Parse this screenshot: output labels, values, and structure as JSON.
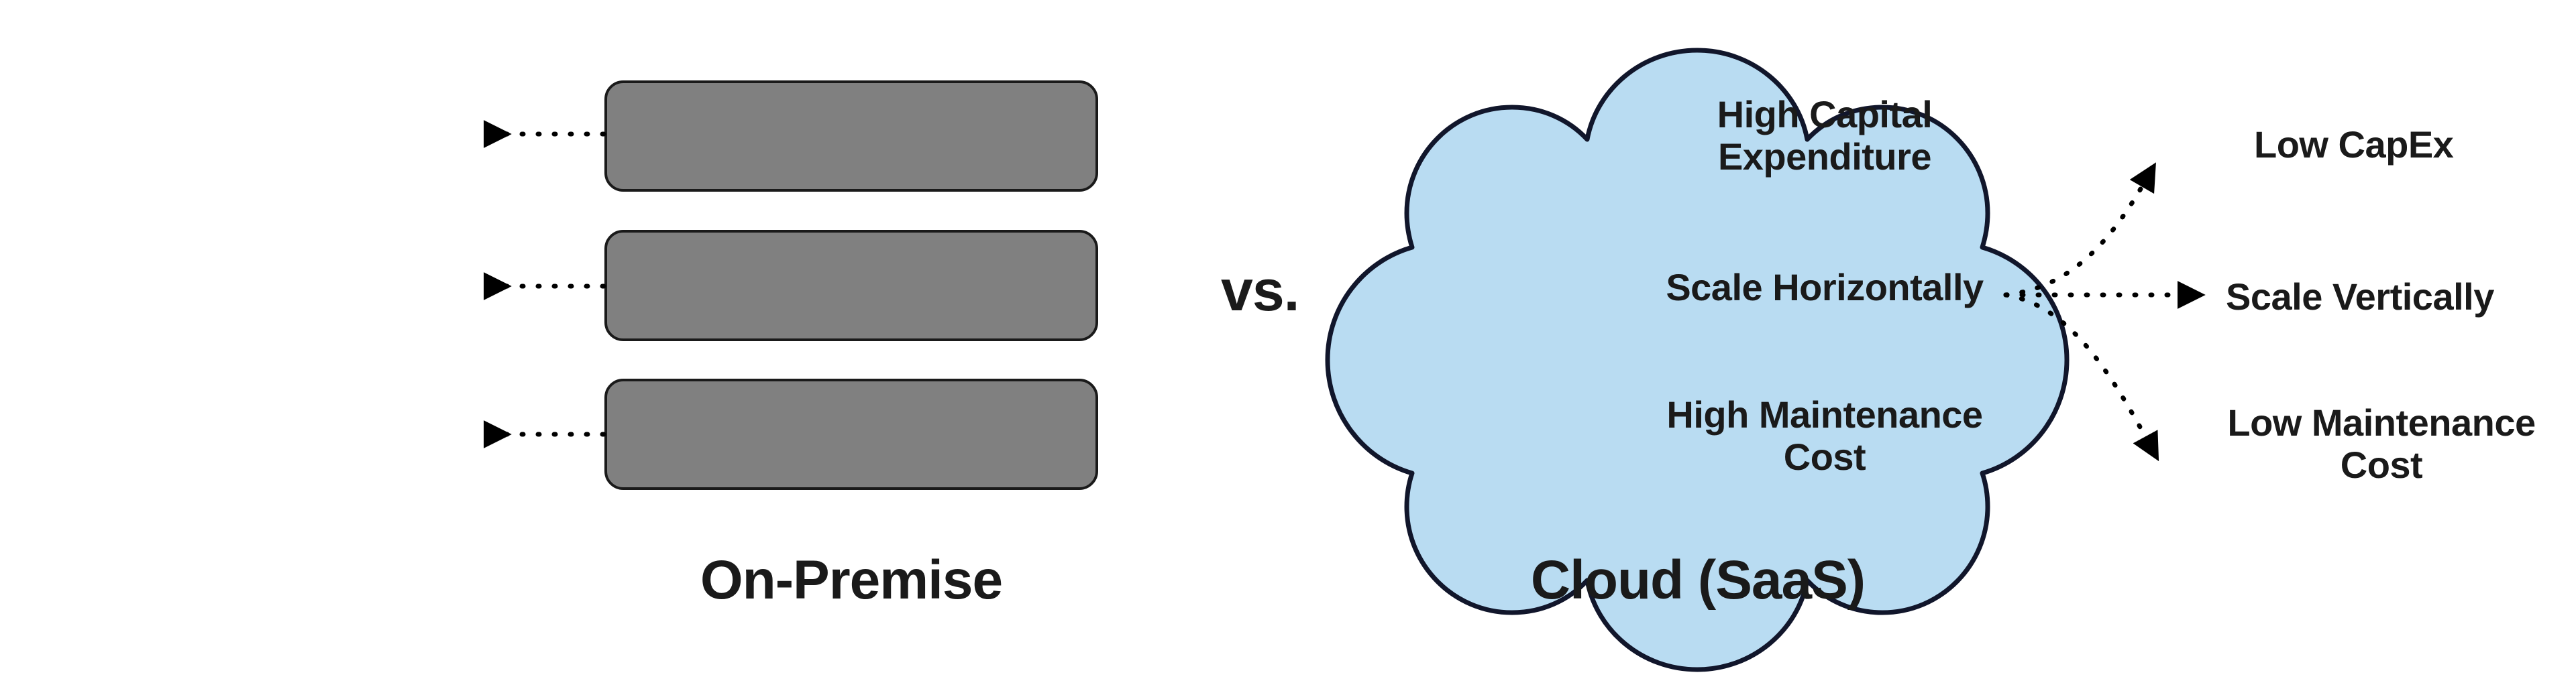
{
  "diagram": {
    "type": "comparison-diagram",
    "background_color": "#ffffff",
    "text_color": "#1a1a1a",
    "separator": {
      "text": "vs."
    },
    "left": {
      "title": "On-Premise",
      "shape": "stacked-rounded-rectangles",
      "shape_fill": "#808080",
      "shape_stroke": "#1a1a1a",
      "shape_count": 3,
      "arrow_style": "dotted-straight-left",
      "attributes": [
        {
          "label": "High Capital\nExpenditure",
          "line1": "High Capital",
          "line2": "Expenditure"
        },
        {
          "label": "Scale Horizontally",
          "line1": "Scale Horizontally",
          "line2": ""
        },
        {
          "label": "High Maintenance\nCost",
          "line1": "High Maintenance",
          "line2": "Cost"
        }
      ]
    },
    "right": {
      "title": "Cloud (SaaS)",
      "shape": "cloud",
      "shape_fill": "#b9dcf2",
      "shape_stroke": "#11162b",
      "arrow_style": "dotted-curved-right-fanout",
      "attributes": [
        {
          "label": "Low CapEx",
          "line1": "Low CapEx",
          "line2": ""
        },
        {
          "label": "Scale Vertically",
          "line1": "Scale Vertically",
          "line2": ""
        },
        {
          "label": "Low Maintenance\nCost",
          "line1": "Low Maintenance",
          "line2": "Cost"
        }
      ]
    }
  }
}
